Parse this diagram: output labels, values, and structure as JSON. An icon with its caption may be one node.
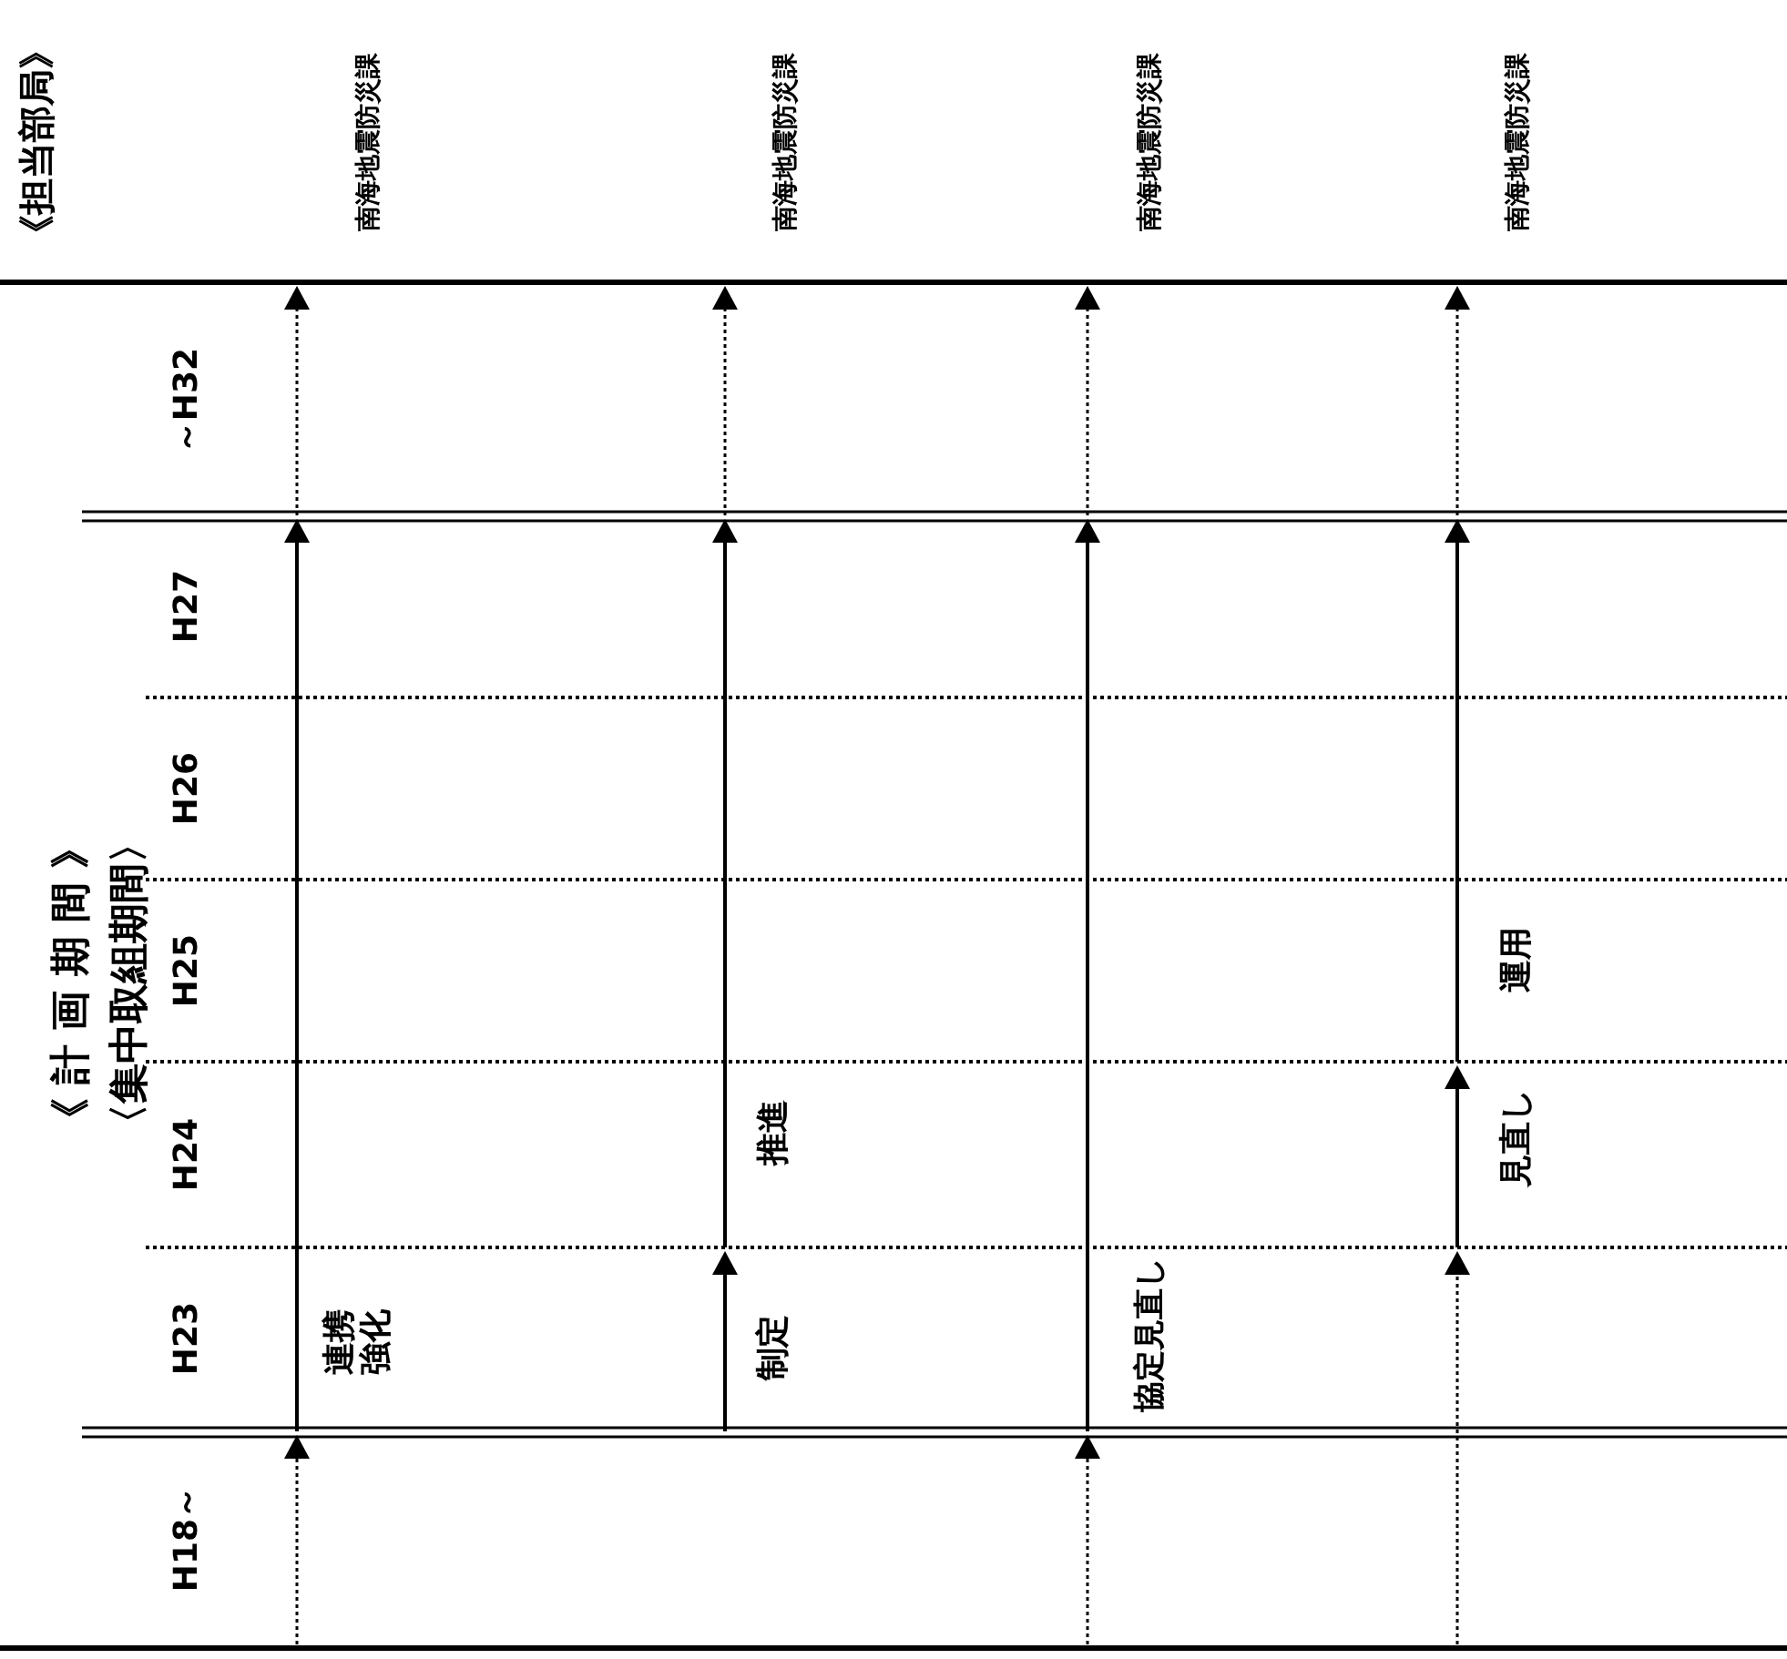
{
  "diagram": {
    "labels": [
      "《担当部局》",
      "南海地震防災課",
      "南海地震防災課",
      "南海地震防災課",
      "南海地震防災課",
      "～H32",
      "H27",
      "H26",
      "H25",
      "H24",
      "H23",
      "H18～",
      "《 計 画 期 間 》",
      "〈集中取組期間〉",
      "連携強化",
      "制定",
      "推進",
      "協定見直し",
      "見直し",
      "運用"
    ]
  }
}
